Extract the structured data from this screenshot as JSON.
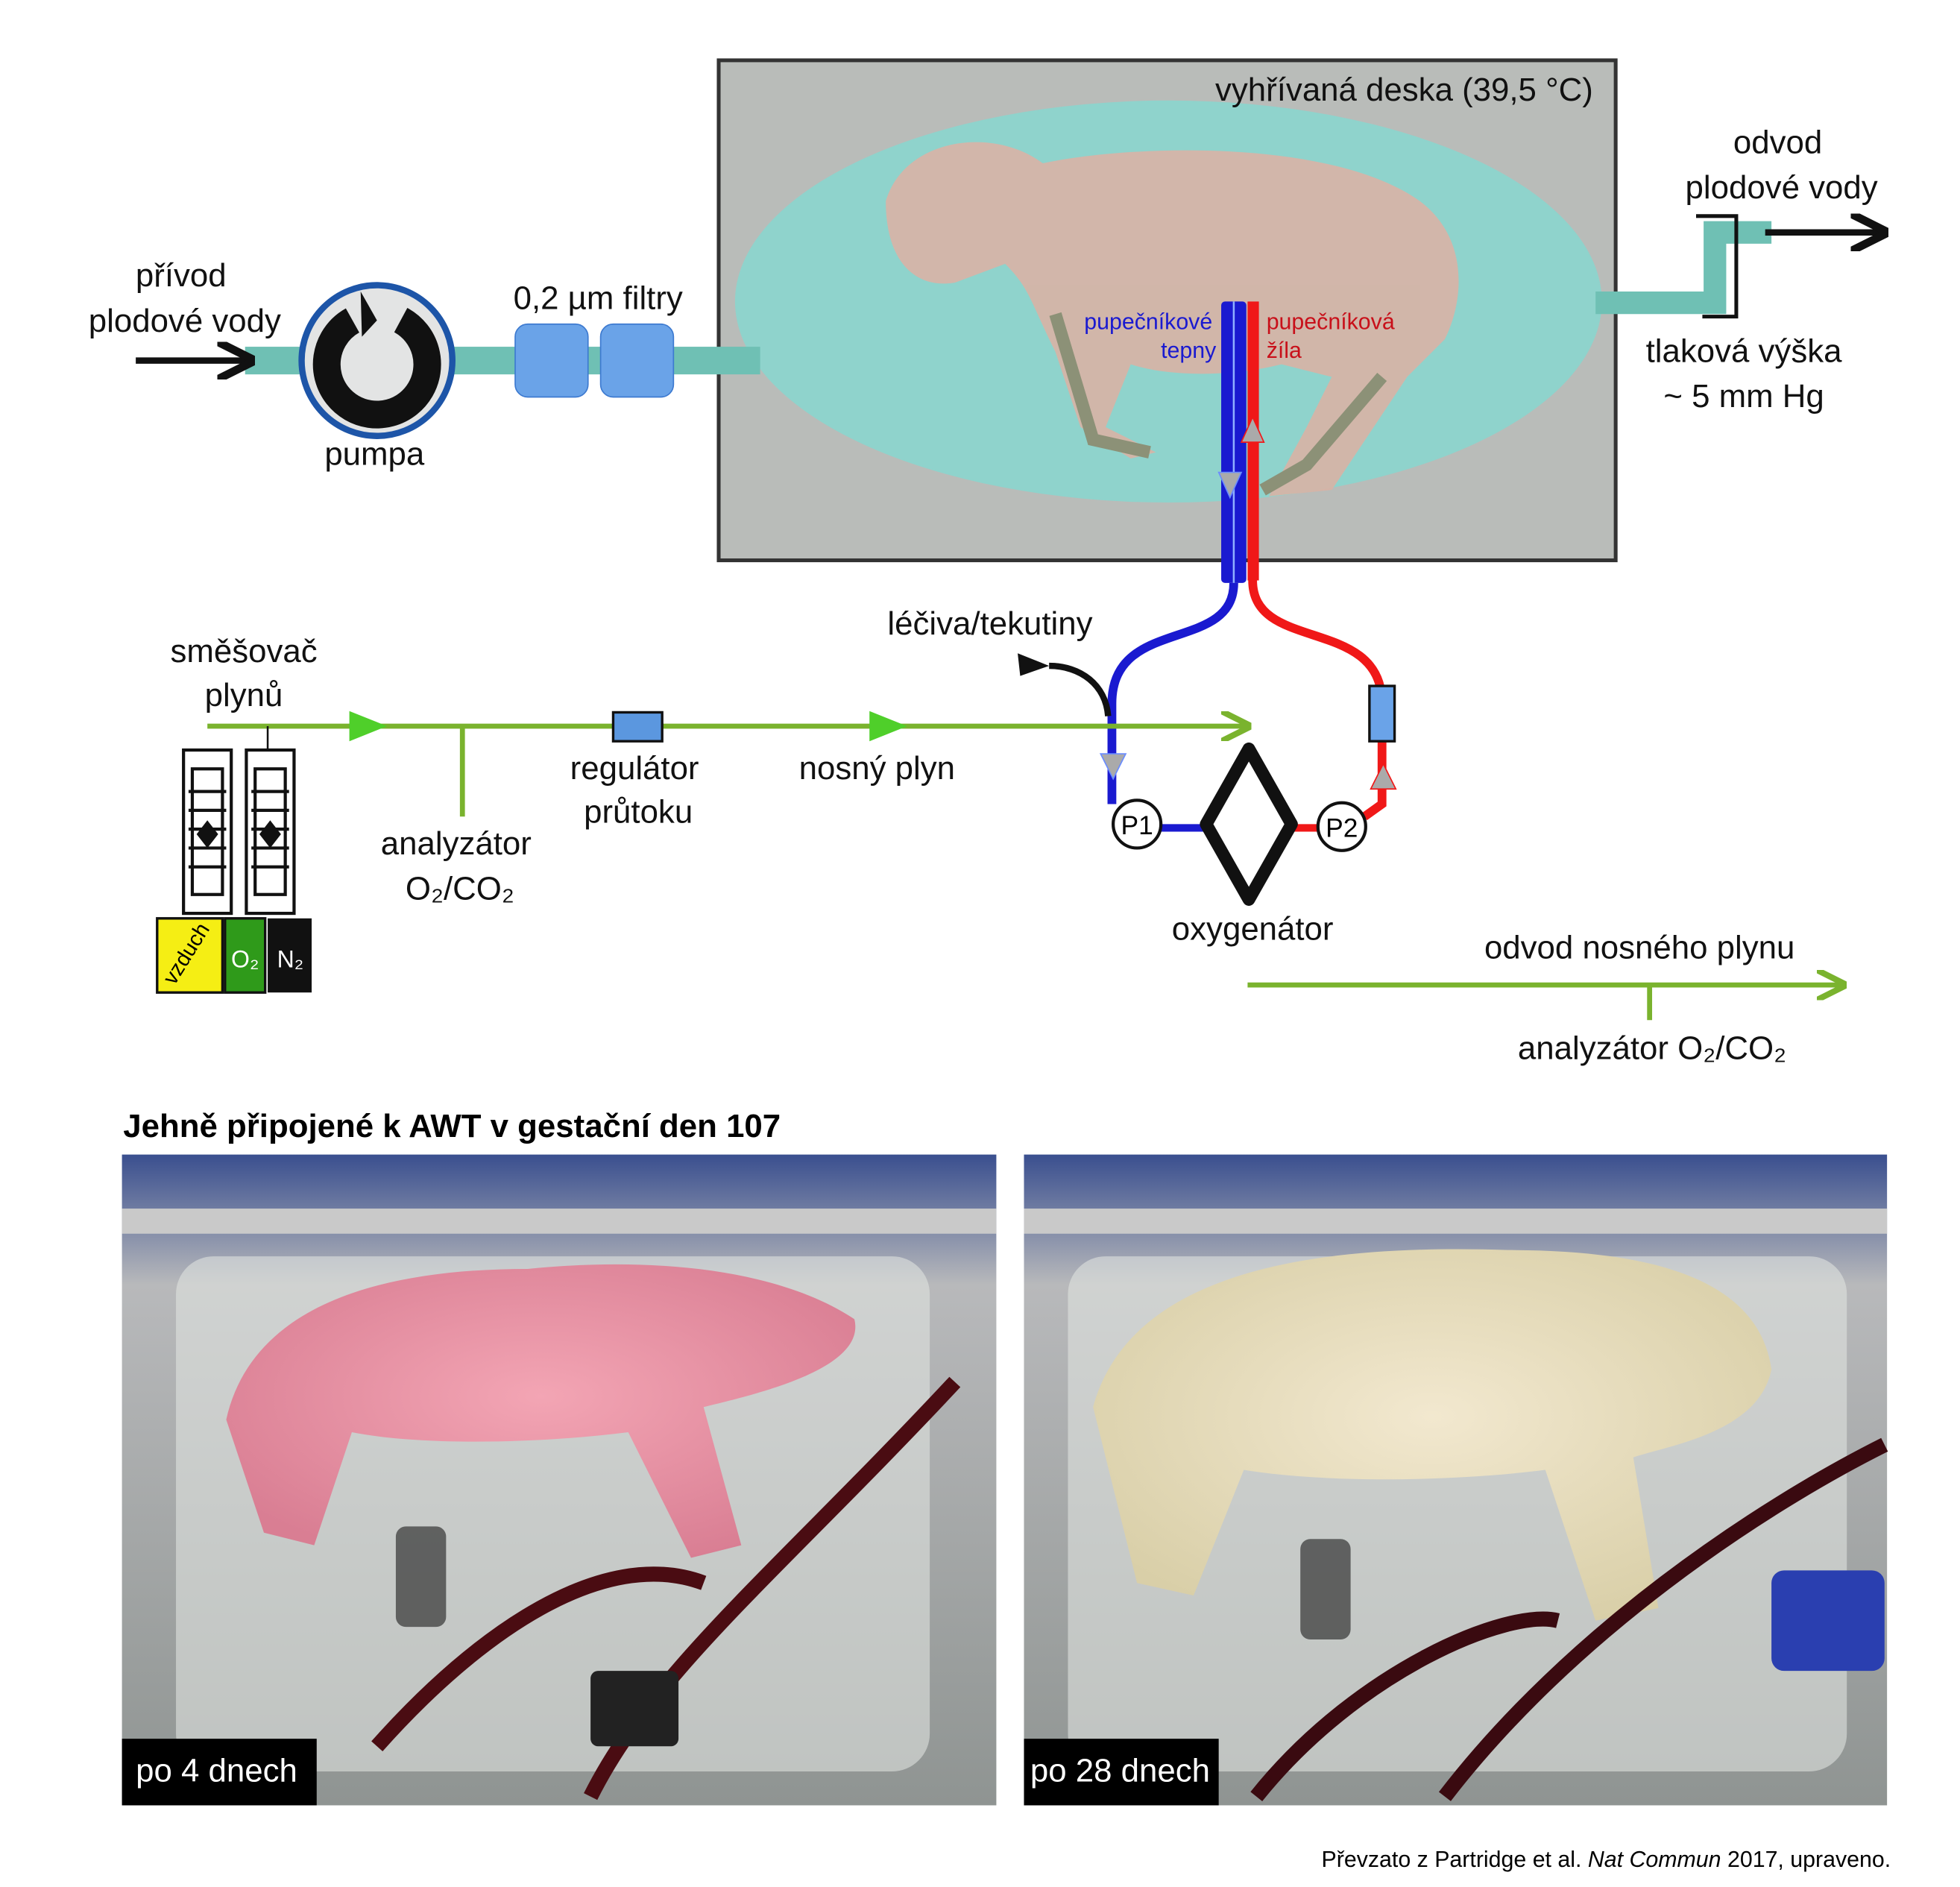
{
  "heated_plate": {
    "label": "vyhřívaná deska (39,5 °C)"
  },
  "inflow": {
    "line1": "přívod",
    "line2": "plodové vody"
  },
  "pump": {
    "label": "pumpa"
  },
  "filters": {
    "label": "0,2 µm filtry"
  },
  "outflow": {
    "line1": "odvod",
    "line2": "plodové vody"
  },
  "pressure": {
    "line1": "tlaková výška",
    "line2": "~ 5 mm Hg"
  },
  "umbilical": {
    "arteries_line1": "pupečníkové",
    "arteries_line2": "tepny",
    "vein_line1": "pupečníková",
    "vein_line2": "žíla"
  },
  "drugs": {
    "label": "léčiva/tekutiny"
  },
  "gas_mixer": {
    "line1": "směšovač",
    "line2": "plynů",
    "tanks": [
      "vzduch",
      "O₂",
      "N₂"
    ]
  },
  "analyzer_in": {
    "line1": "analyzátor",
    "line2": "O₂/CO₂"
  },
  "flow_regulator": {
    "line1": "regulátor",
    "line2": "průtoku"
  },
  "carrier_gas": {
    "label": "nosný plyn"
  },
  "pumps": {
    "p1": "P1",
    "p2": "P2"
  },
  "oxygenator": {
    "label": "oxygenátor"
  },
  "gas_out": {
    "label": "odvod nosného plynu",
    "analyzer": "analyzátor O₂/CO₂"
  },
  "photos": {
    "title": "Jehně připojené k AWT v gestační den 107",
    "left_caption": "po 4 dnech",
    "right_caption": "po 28 dnech"
  },
  "credit": {
    "prefix": "Převzato z Partridge et al. ",
    "journal": "Nat Commun",
    "suffix": " 2017, upraveno."
  },
  "colors": {
    "fluid": "#8fd3cc",
    "artery": "#1a1ad0",
    "vein": "#f01818",
    "gas": "#7ab32e"
  }
}
